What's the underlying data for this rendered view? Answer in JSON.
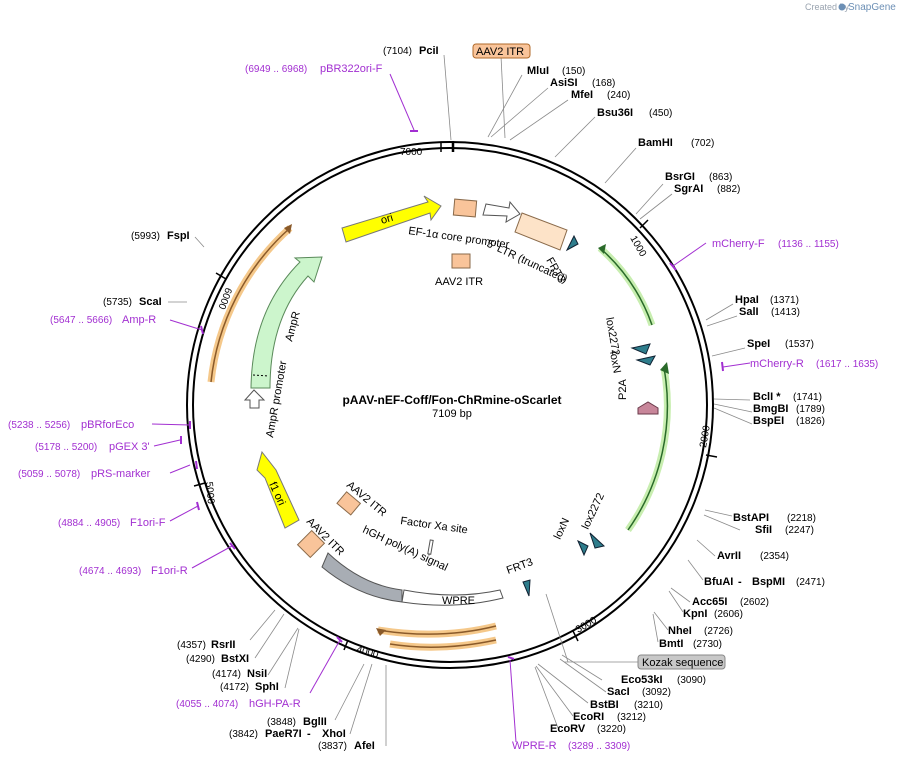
{
  "credit": {
    "prefix": "Created by",
    "brand": "SnapGene"
  },
  "plasmid": {
    "name": "pAAV-nEF-Coff/Fon-ChRmine-oScarlet",
    "length": "7109 bp",
    "total": 7109
  },
  "ticks": [
    "1000",
    "2000",
    "3000",
    "4000",
    "5000",
    "6000",
    "7000"
  ],
  "sites_right": [
    {
      "name": "MluI",
      "pos": "(150)"
    },
    {
      "name": "AsiSI",
      "pos": "(168)"
    },
    {
      "name": "MfeI",
      "pos": "(240)"
    },
    {
      "name": "Bsu36I",
      "pos": "(450)"
    },
    {
      "name": "BamHI",
      "pos": "(702)"
    },
    {
      "name": "BsrGI",
      "pos": "(863)"
    },
    {
      "name": "SgrAI",
      "pos": "(882)"
    },
    {
      "name": "HpaI",
      "pos": "(1371)"
    },
    {
      "name": "SalI",
      "pos": "(1413)"
    },
    {
      "name": "SpeI",
      "pos": "(1537)"
    },
    {
      "name": "BclI *",
      "pos": "(1741)"
    },
    {
      "name": "BmgBI",
      "pos": "(1789)"
    },
    {
      "name": "BspEI",
      "pos": "(1826)"
    },
    {
      "name": "BstAPI",
      "pos": "(2218)"
    },
    {
      "name": "SfiI",
      "pos": "(2247)"
    },
    {
      "name": "AvrII",
      "pos": "(2354)"
    },
    {
      "name": "BfuAI",
      "sep": " - ",
      "name2": "BspMI",
      "pos": "(2471)"
    },
    {
      "name": "Acc65I",
      "pos": "(2602)"
    },
    {
      "name": "KpnI",
      "pos": "(2606)"
    },
    {
      "name": "NheI",
      "pos": "(2726)"
    },
    {
      "name": "BmtI",
      "pos": "(2730)"
    },
    {
      "name": "Eco53kI",
      "pos": "(3090)"
    },
    {
      "name": "SacI",
      "pos": "(3092)"
    },
    {
      "name": "BstBI",
      "pos": "(3210)"
    },
    {
      "name": "EcoRI",
      "pos": "(3212)"
    },
    {
      "name": "EcoRV",
      "pos": "(3220)"
    }
  ],
  "sites_left": [
    {
      "name": "PciI",
      "pos": "(7104)"
    },
    {
      "name": "FspI",
      "pos": "(5993)"
    },
    {
      "name": "ScaI",
      "pos": "(5735)"
    },
    {
      "name": "RsrII",
      "pos": "(4357)"
    },
    {
      "name": "BstXI",
      "pos": "(4290)"
    },
    {
      "name": "NsiI",
      "pos": "(4174)"
    },
    {
      "name": "SphI",
      "pos": "(4172)"
    },
    {
      "name": "BglII",
      "pos": "(3848)"
    },
    {
      "name": "PaeR7I",
      "sep": " - ",
      "name2": "XhoI",
      "pos": "(3842)"
    },
    {
      "name": "AfeI",
      "pos": "(3837)"
    }
  ],
  "primers": [
    {
      "name": "pBR322ori-F",
      "range": "(6949 .. 6968)"
    },
    {
      "name": "mCherry-F",
      "range": "(1136 .. 1155)"
    },
    {
      "name": "mCherry-R",
      "range": "(1617 .. 1635)"
    },
    {
      "name": "Amp-R",
      "range": "(5647 .. 5666)"
    },
    {
      "name": "pBRforEco",
      "range": "(5238 .. 5256)"
    },
    {
      "name": "pGEX 3'",
      "range": "(5178 .. 5200)"
    },
    {
      "name": "pRS-marker",
      "range": "(5059 .. 5078)"
    },
    {
      "name": "F1ori-F",
      "range": "(4884 .. 4905)"
    },
    {
      "name": "F1ori-R",
      "range": "(4674 .. 4693)"
    },
    {
      "name": "hGH-PA-R",
      "range": "(4055 .. 4074)"
    },
    {
      "name": "WPRE-R",
      "range": "(3289 .. 3309)"
    }
  ],
  "boxed_labels": {
    "aav2_itr_top": "AAV2 ITR",
    "kozak": "Kozak sequence"
  },
  "features": {
    "ori": "ori",
    "ef1a": "EF-1α core promoter",
    "ltr": "5' LTR (truncated)",
    "frt3_top": "FRT3",
    "aav2_itr_inner_top": "AAV2 ITR",
    "lox2272_top": "lox2272",
    "loxn_top": "loxN",
    "p2a": "P2A",
    "loxn_bottom": "loxN",
    "lox2272_bottom": "lox2272",
    "frt3_bottom": "FRT3",
    "factor_xa": "Factor Xa site",
    "wpre": "WPRE",
    "hgh": "hGH poly(A) signal",
    "aav2_itr_b1": "AAV2 ITR",
    "aav2_itr_b2": "AAV2 ITR",
    "f1ori": "f1 ori",
    "ampr_promoter": "AmpR promoter",
    "ampr": "AmpR"
  },
  "colors": {
    "ori": "#ffff00",
    "ampr": "#ccf5cc",
    "orange_highlight": "#f5c88a",
    "green_highlight": "#c8eeb0",
    "itr": "#f9c49a",
    "ltr": "#fde3c8",
    "lox": "#2e7d8c",
    "p2a": "#c8869a",
    "hgh": "#a8adb4",
    "primer": "#a22fd1",
    "kozak": "#c8c8c8"
  }
}
